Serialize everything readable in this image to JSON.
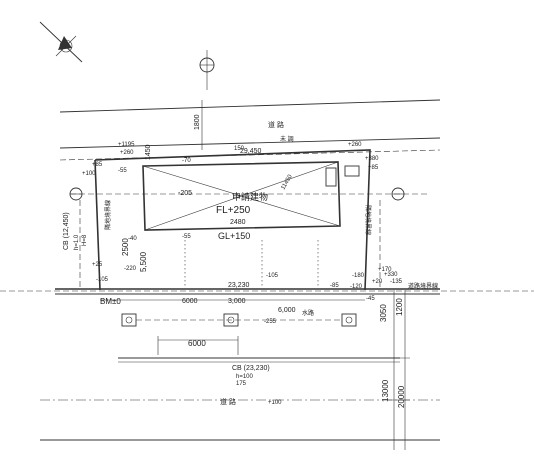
{
  "road_top": {
    "label": "道 路",
    "sub": "未 調",
    "width_dim": "1800"
  },
  "dims": {
    "d1195": "+1195",
    "d260_left": "+260",
    "d150": "150",
    "d1450": "1450",
    "d29450": "29,450",
    "d260_right": "+260",
    "d380": "+380",
    "d85_right": "+85",
    "d85_left": "+85",
    "d100_left": "+100",
    "d55_left": "-55",
    "d70": "-70",
    "d205": "-205",
    "d40": "-40",
    "d55_mid": "-55",
    "d2500": "2500",
    "d5500": "5,500",
    "d25": "+25",
    "d220": "-220",
    "d105_left": "-105",
    "d105_mid": "-105",
    "d180": "-180",
    "d20": "+20",
    "d85_low": "-85",
    "d45": "-45",
    "d120": "-120",
    "d23230": "23,230",
    "d6000_a": "6000",
    "d3000": "3,000",
    "d6000_b": "6,000",
    "d6000_c": "6000",
    "d255": "-255",
    "d3050": "3050",
    "d1200": "1200",
    "d13000": "13000",
    "d20000": "20000",
    "d100_bottom": "+100",
    "d11450": "11450",
    "d170": "+170",
    "d330": "+330",
    "d135": "-135"
  },
  "building": {
    "label": "申請建物",
    "fl": "FL+250",
    "gl": "GL+150",
    "depth": "2480"
  },
  "bm": "BM±0",
  "cb_left": {
    "title": "CB (12,450)",
    "sub": "h=1.0",
    "sub2": "H=8"
  },
  "cb_bottom": {
    "title": "CB (23,230)",
    "sub": "h=100",
    "sub2": "175"
  },
  "road_bottom": {
    "label": "道 路"
  },
  "side_road_label": "道路境界線",
  "neighbor_left": "隣地境界線",
  "neighbor_right": "隣地境界線",
  "water": "水路"
}
